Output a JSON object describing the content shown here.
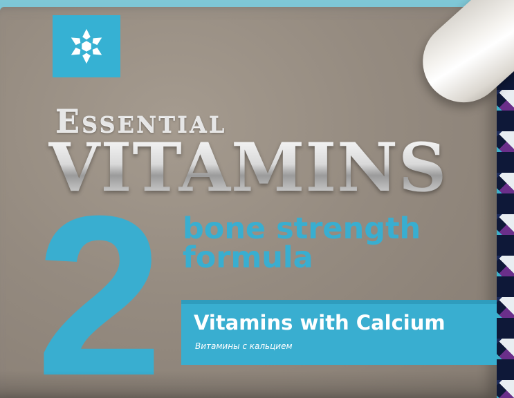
{
  "product": {
    "line": "Essential",
    "name": "VITAMINS",
    "number": "2",
    "tagline_line1": "bone strength",
    "tagline_line2": "formula",
    "variant": "Vitamins with Calcium",
    "variant_ru": "Витамины с кальцием"
  },
  "colors": {
    "accent": "#39aed0",
    "box": "#958b80",
    "logo_bg": "#36b1d3"
  },
  "icons": {
    "logo": "snowflake-icon",
    "capsule": "capsule-pill"
  }
}
